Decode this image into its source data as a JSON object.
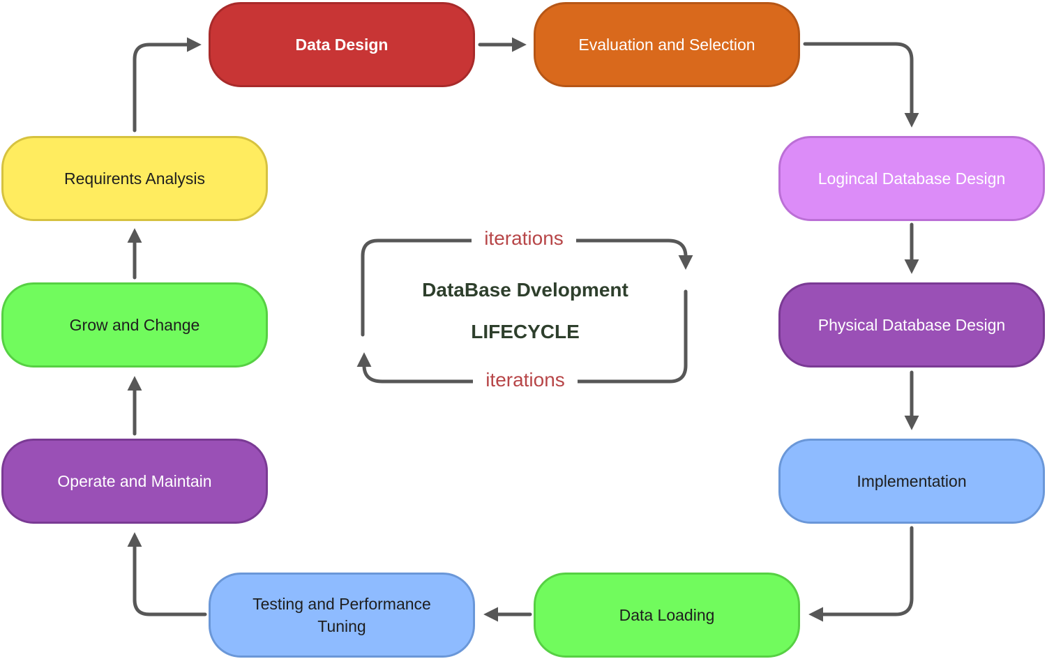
{
  "nodes": {
    "data_design": "Data Design",
    "evaluation_selection": "Evaluation and Selection",
    "logical_design": "Logincal Database Design",
    "physical_design": "Physical Database Design",
    "implementation": "Implementation",
    "data_loading": "Data Loading",
    "testing_tuning": "Testing and Performance Tuning",
    "operate_maintain": "Operate and Maintain",
    "grow_change": "Grow and Change",
    "requirements_analysis": "Requirents Analysis"
  },
  "center": {
    "title_line1": "DataBase Dvelopment",
    "title_line2": "LIFECYCLE",
    "iterations_top": "iterations",
    "iterations_bottom": "iterations"
  },
  "colors": {
    "arrow": "#575757",
    "red": "#c83535",
    "orange": "#d9691c",
    "pink": "#dc8cf8",
    "purple": "#9a50b6",
    "blue": "#8ebbff",
    "green": "#71fb5d",
    "yellow": "#ffec5f",
    "iteration_text": "#b74648",
    "title_text": "#2e3f2c"
  }
}
